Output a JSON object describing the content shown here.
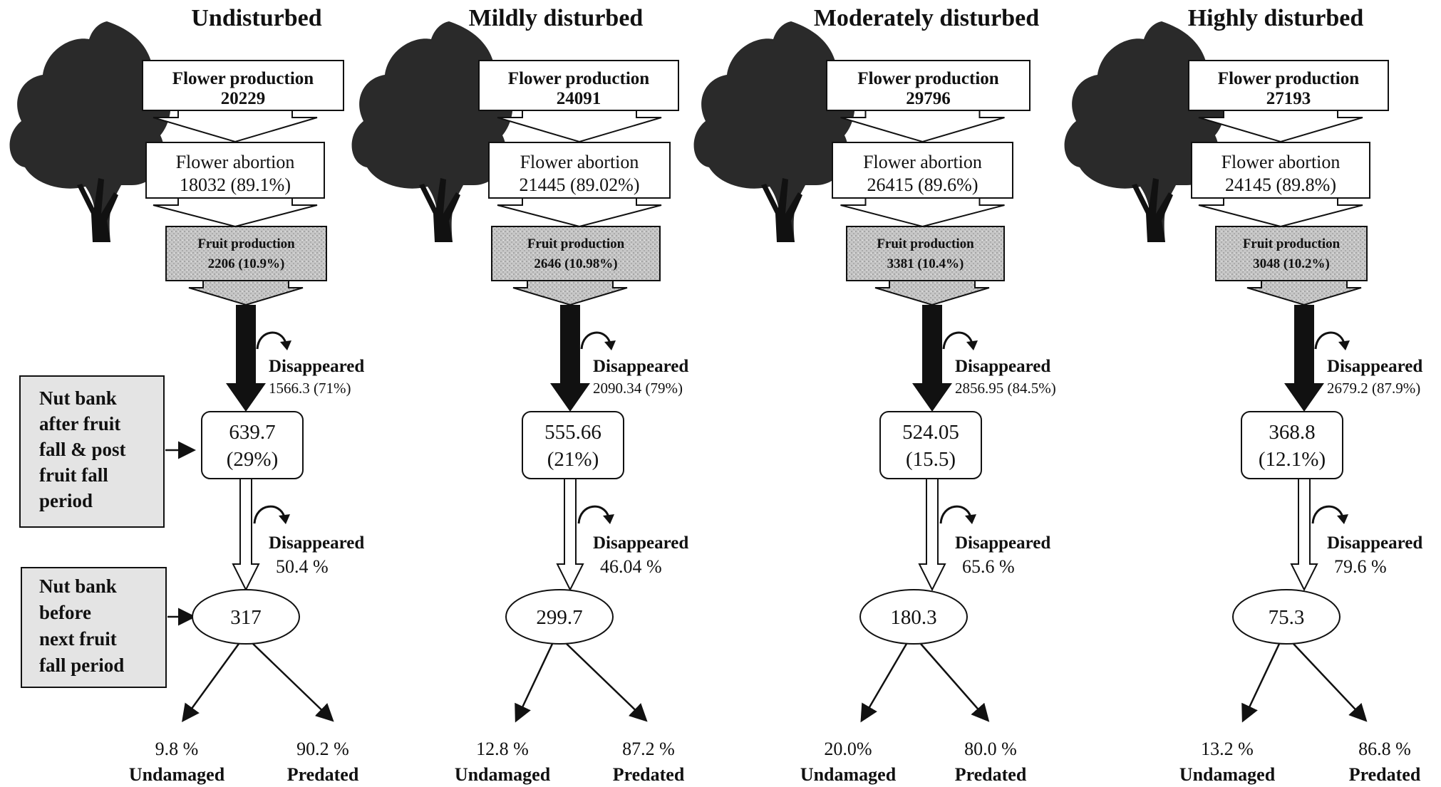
{
  "columns": [
    {
      "title": "Undisturbed",
      "flower_production": {
        "label": "Flower production",
        "value": "20229"
      },
      "flower_abortion": {
        "label": "Flower abortion",
        "value": "18032 (89.1%)"
      },
      "fruit_production": {
        "label": "Fruit production",
        "value": "2206 (10.9%)"
      },
      "disappeared_1": {
        "label": "Disappeared",
        "value": "1566.3 (71%)"
      },
      "nut_bank_1": {
        "line1": "639.7",
        "line2": "(29%)"
      },
      "disappeared_2": {
        "label": "Disappeared",
        "value": "50.4 %"
      },
      "nut_bank_2": "317",
      "undamaged": {
        "pct": "9.8 %",
        "label": "Undamaged"
      },
      "predated": {
        "pct": "90.2 %",
        "label": "Predated"
      }
    },
    {
      "title": "Mildly disturbed",
      "flower_production": {
        "label": "Flower production",
        "value": "24091"
      },
      "flower_abortion": {
        "label": "Flower abortion",
        "value": "21445 (89.02%)"
      },
      "fruit_production": {
        "label": "Fruit production",
        "value": "2646 (10.98%)"
      },
      "disappeared_1": {
        "label": "Disappeared",
        "value": "2090.34 (79%)"
      },
      "nut_bank_1": {
        "line1": "555.66",
        "line2": "(21%)"
      },
      "disappeared_2": {
        "label": "Disappeared",
        "value": "46.04 %"
      },
      "nut_bank_2": "299.7",
      "undamaged": {
        "pct": "12.8 %",
        "label": "Undamaged"
      },
      "predated": {
        "pct": "87.2 %",
        "label": "Predated"
      }
    },
    {
      "title": "Moderately disturbed",
      "flower_production": {
        "label": "Flower production",
        "value": "29796"
      },
      "flower_abortion": {
        "label": "Flower abortion",
        "value": "26415 (89.6%)"
      },
      "fruit_production": {
        "label": "Fruit production",
        "value": "3381 (10.4%)"
      },
      "disappeared_1": {
        "label": "Disappeared",
        "value": "2856.95 (84.5%)"
      },
      "nut_bank_1": {
        "line1": "524.05",
        "line2": "(15.5)"
      },
      "disappeared_2": {
        "label": "Disappeared",
        "value": "65.6 %"
      },
      "nut_bank_2": "180.3",
      "undamaged": {
        "pct": "20.0%",
        "label": "Undamaged"
      },
      "predated": {
        "pct": "80.0 %",
        "label": "Predated"
      }
    },
    {
      "title": "Highly disturbed",
      "flower_production": {
        "label": "Flower production",
        "value": "27193"
      },
      "flower_abortion": {
        "label": "Flower abortion",
        "value": "24145 (89.8%)"
      },
      "fruit_production": {
        "label": "Fruit production",
        "value": "3048 (10.2%)"
      },
      "disappeared_1": {
        "label": "Disappeared",
        "value": "2679.2 (87.9%)"
      },
      "nut_bank_1": {
        "line1": "368.8",
        "line2": "(12.1%)"
      },
      "disappeared_2": {
        "label": "Disappeared",
        "value": "79.6 %"
      },
      "nut_bank_2": "75.3",
      "undamaged": {
        "pct": "13.2 %",
        "label": "Undamaged"
      },
      "predated": {
        "pct": "86.8 %",
        "label": "Predated"
      }
    }
  ],
  "legend": {
    "nut_bank_after": [
      "Nut bank",
      "after fruit",
      "fall & post",
      "fruit fall",
      "period"
    ],
    "nut_bank_before": [
      "Nut bank",
      "before",
      "next fruit",
      "fall period"
    ]
  },
  "colors": {
    "stroke": "#111111",
    "fruit_box_fill": "#c4c4c4",
    "legend_fill": "#e4e4e4",
    "tree": "#222222"
  }
}
